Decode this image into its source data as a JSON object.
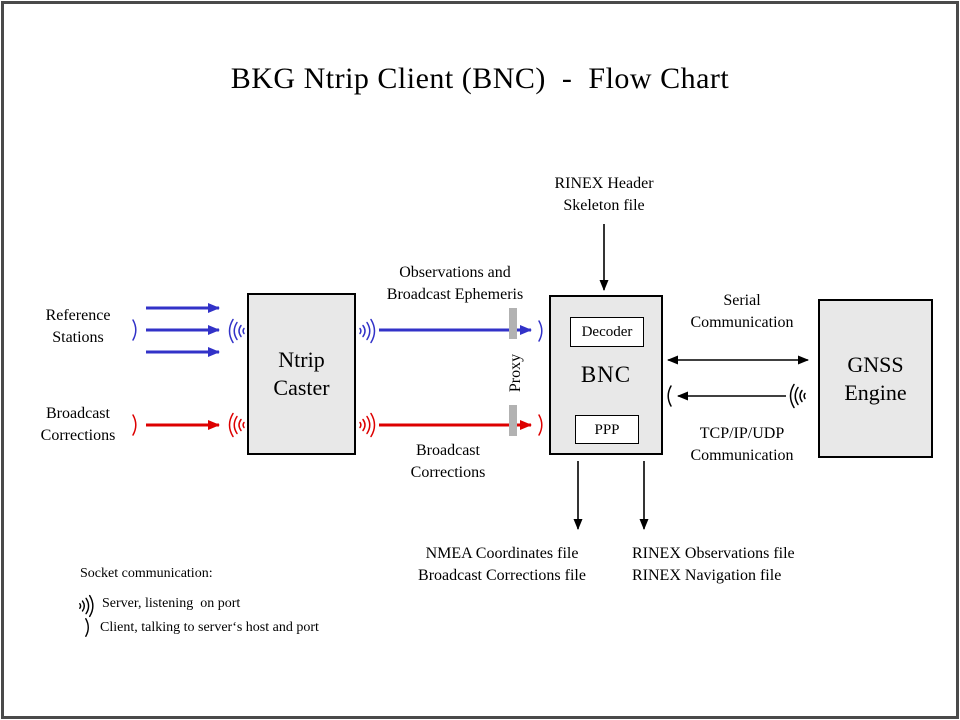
{
  "title": "BKG Ntrip Client (BNC)  -  Flow Chart",
  "colors": {
    "arrow_blue": "#3232c8",
    "arrow_red": "#dd0000",
    "arrow_black": "#000000",
    "node_fill": "#e8e8e8",
    "proxy_bar": "#b2b2b2",
    "frame_border": "#4a4a4a"
  },
  "nodes": {
    "ntrip_caster": {
      "line1": "Ntrip",
      "line2": "Caster"
    },
    "bnc": {
      "label": "BNC",
      "decoder": "Decoder",
      "ppp": "PPP"
    },
    "gnss_engine": {
      "line1": "GNSS",
      "line2": "Engine"
    }
  },
  "labels": {
    "reference_stations": {
      "line1": "Reference",
      "line2": "Stations"
    },
    "broadcast_corrections_left": {
      "line1": "Broadcast",
      "line2": "Corrections"
    },
    "observations": {
      "line1": "Observations and",
      "line2": "Broadcast Ephemeris"
    },
    "broadcast_corrections_mid": {
      "line1": "Broadcast",
      "line2": "Corrections"
    },
    "rinex_header": {
      "line1": "RINEX Header",
      "line2": "Skeleton file"
    },
    "serial_comm": {
      "line1": "Serial",
      "line2": "Communication"
    },
    "tcp_comm": {
      "line1": "TCP/IP/UDP",
      "line2": "Communication"
    },
    "proxy": "Proxy",
    "nmea_files": {
      "line1": "NMEA Coordinates file",
      "line2": "Broadcast Corrections file"
    },
    "rinex_files": {
      "line1": "RINEX Observations file",
      "line2": "RINEX Navigation file"
    }
  },
  "legend": {
    "title": "Socket communication:",
    "server": "Server, listening  on port",
    "client": "Client, talking to server‘s host and port"
  },
  "icons": {
    "server": "socket-waves-icon",
    "client": "socket-arc-icon"
  }
}
